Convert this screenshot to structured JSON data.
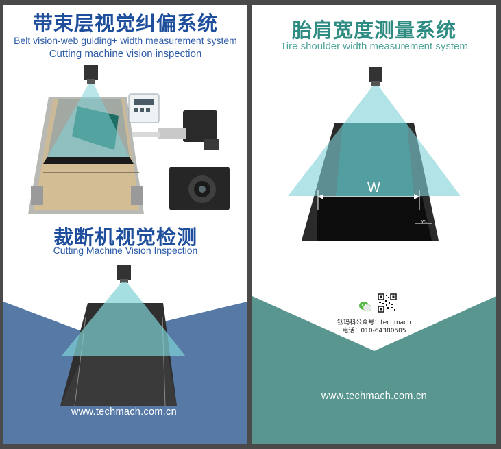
{
  "left_panel": {
    "title1": "带束层视觉纠偏系统",
    "subtitle1a": "Belt vision-web guiding+ width measurement system",
    "subtitle1b": "Cutting machine vision inspection",
    "title2": "裁断机视觉检测",
    "subtitle2": "Cutting Machine Vision Inspection",
    "url": "www.techmach.com.cn"
  },
  "right_panel": {
    "title": "胎肩宽度测量系统",
    "subtitle": "Tire shoulder width measurement system",
    "width_label": "W",
    "small_label": "W1",
    "wechat_line": "钛玛科公众号：techmach",
    "phone_line": "电话：010-64380505",
    "url": "www.techmach.com.cn"
  },
  "colors": {
    "left_title": "#1f4f9c",
    "left_sub": "#2d5ba8",
    "left_band": "#5679a6",
    "right_title": "#2f8c83",
    "right_sub": "#4ea39a",
    "right_band": "#5a9690",
    "light_cone": "#7fd1d6",
    "dark_teal": "#0f5452"
  },
  "icons": [
    "camera-icon",
    "wechat-icon",
    "qr-code-icon",
    "controller-box-icon",
    "motor-actuator-icon",
    "vision-camera-box-icon"
  ]
}
